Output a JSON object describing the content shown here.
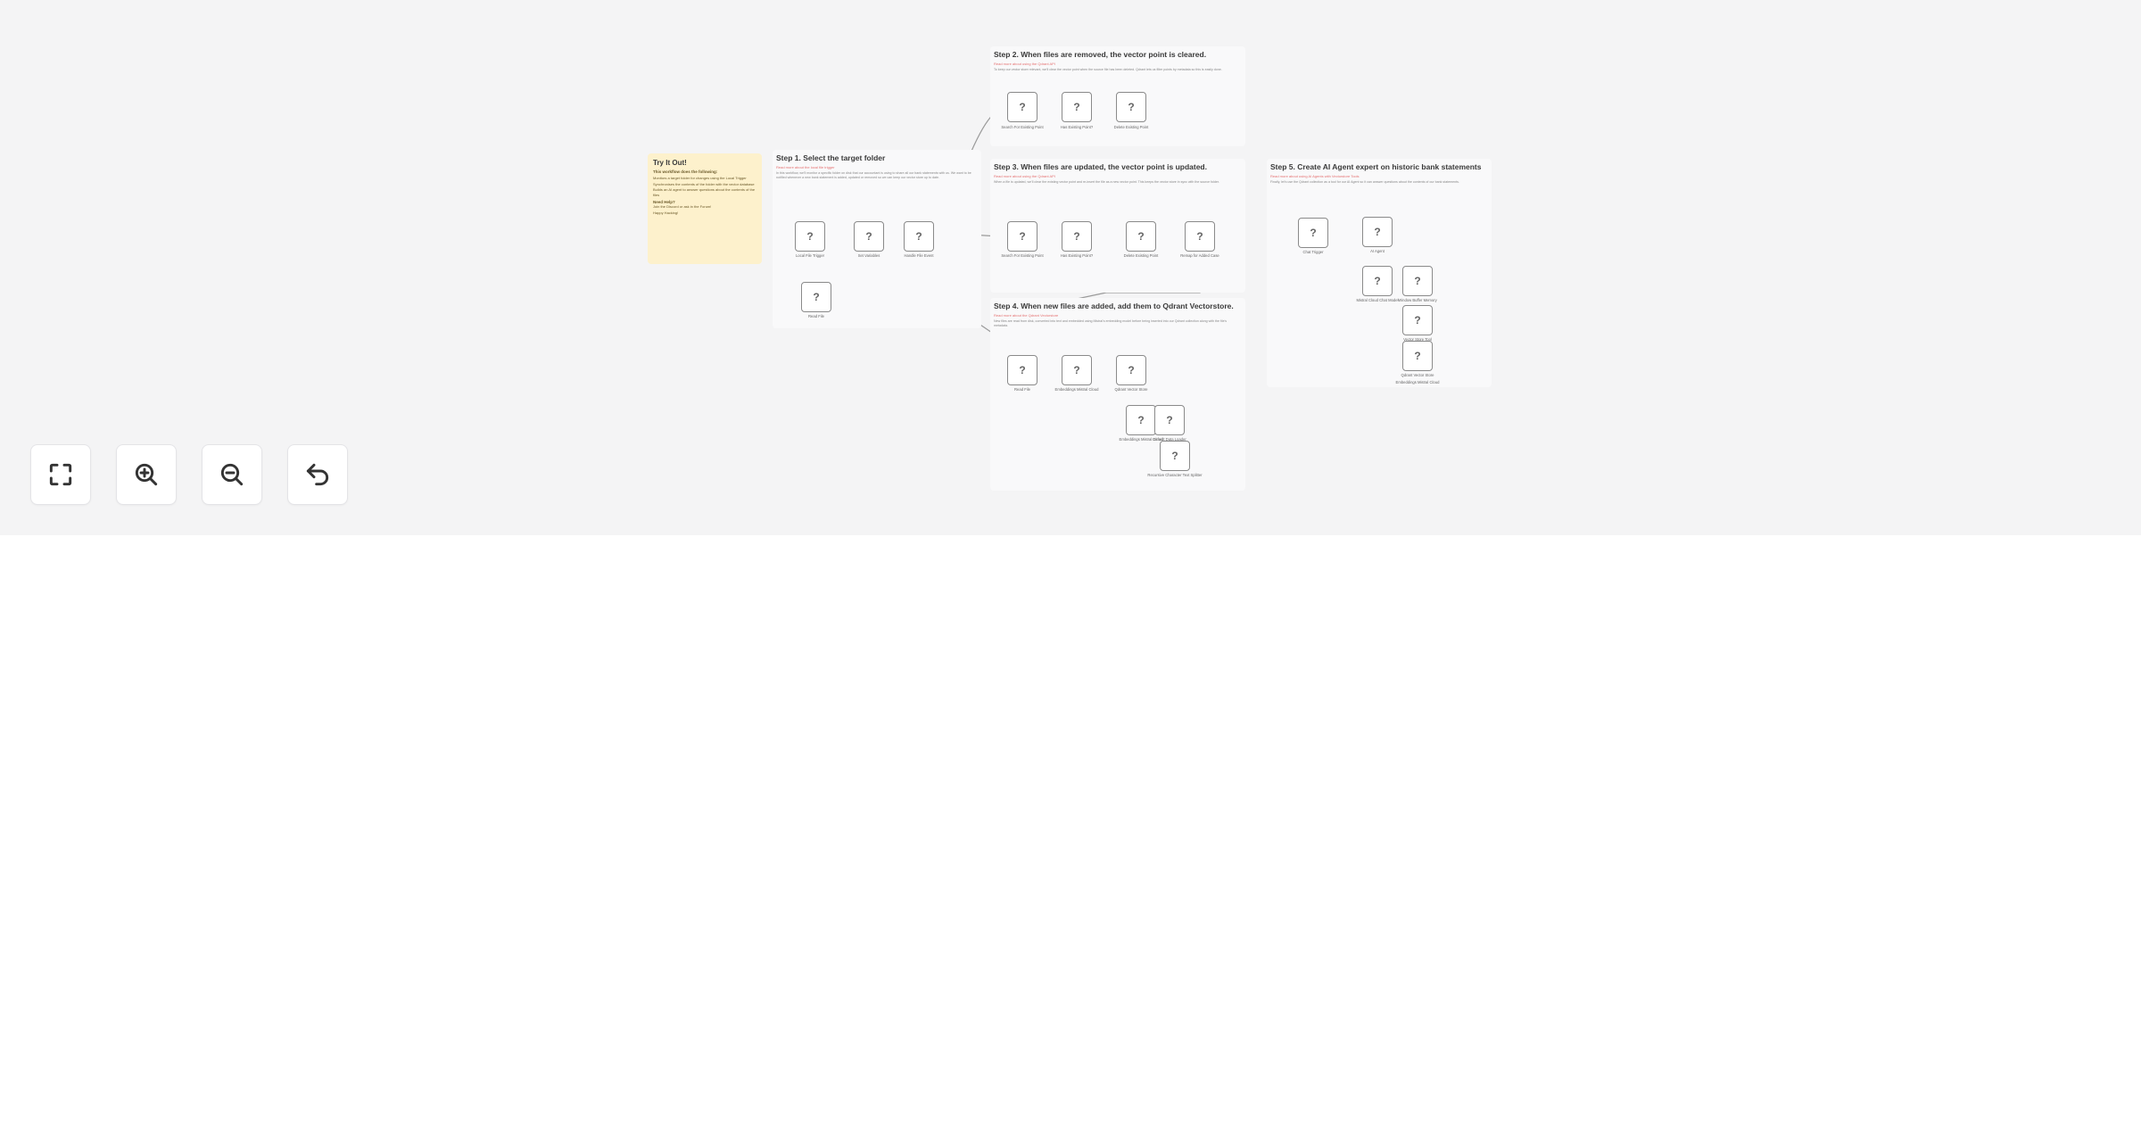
{
  "note": {
    "title": "Try It Out!",
    "subtitle": "This workflow does the following:",
    "bullets": [
      "Monitors a target folder for changes using the Local Trigger",
      "Synchronises the contents of the folder with the vector database",
      "Builds an AI agent to answer questions about the contents of the files"
    ],
    "footer_title": "Need Help?",
    "footer_lines": [
      "Join the Discord or ask in the Forum!",
      "Happy Hacking!"
    ]
  },
  "stickies": {
    "step1": {
      "title": "Step 1. Select the target folder",
      "link": "Read more about the local file trigger",
      "desc": "In this workflow, we'll monitor a specific folder on disk that our accountant is using to share all our bank statements with us. We want to be notified whenever a new bank statement is added, updated or removed so we can keep our vector store up to date."
    },
    "step2": {
      "title": "Step 2. When files are removed, the vector point is cleared.",
      "link": "Read more about using the Qdrant API",
      "desc": "To keep our vector store relevant, we'll clear the vector point when the source file has been deleted. Qdrant lets us filter points by metadata so this is easily done."
    },
    "step3": {
      "title": "Step 3. When files are updated, the vector point is updated.",
      "link": "Read more about using the Qdrant API",
      "desc": "When a file is updated, we'll clear the existing vector point and re-insert the file as a new vector point. This keeps the vector store in sync with the source folder."
    },
    "step4": {
      "title": "Step 4. When new files are added, add them to Qdrant Vectorstore.",
      "link": "Read more about the Qdrant Vectorstore",
      "desc": "New files are read from disk, converted into text and embedded using Mistral's embedding model before being inserted into our Qdrant collection along with the file's metadata."
    },
    "step5": {
      "title": "Step 5. Create AI Agent expert on historic bank statements",
      "link": "Read more about using AI Agents with Vectorstore Tools",
      "desc": "Finally, let's use the Qdrant collection as a tool for our AI Agent so it can answer questions about the contents of our bank statements."
    }
  },
  "nodes": {
    "q": "?",
    "local_file_trigger": "Local File Trigger",
    "set_variables": "Set Variables",
    "handle_file_event": "Handle File Event",
    "read_file": "Read File",
    "search_existing_point_removed": "Search For Existing Point",
    "has_existing_point_removed": "Has Existing Point?",
    "delete_existing_point_removed": "Delete Existing Point",
    "search_existing_point_updated": "Search For Existing Point",
    "has_existing_point_updated": "Has Existing Point?",
    "delete_existing_point_updated": "Delete Existing Point",
    "remap_for_added_case": "Remap for Added Case",
    "read_file_added": "Read File",
    "embeddings_mistral_doc": "Embeddings Mistral Cloud",
    "qdrant_vector_store": "Qdrant Vector Store",
    "embeddings_mistral_doc2": "Embeddings Mistral Cloud",
    "default_data_loader": "Default Data Loader",
    "recursive_text_splitter": "Recursive Character Text Splitter",
    "chat_trigger": "Chat Trigger",
    "ai_agent": "AI Agent",
    "mistral_chat_model": "Mistral Cloud Chat Model",
    "window_buffer_memory": "Window Buffer Memory",
    "vector_store_tool": "Vector Store Tool",
    "qdrant_vector_store_tool": "Qdrant Vector Store",
    "embeddings_mistral_tool": "Embeddings Mistral Cloud"
  },
  "controls": {
    "fit_view": "fit-view-icon",
    "zoom_in": "zoom-in-icon",
    "zoom_out": "zoom-out-icon",
    "reset": "undo-icon"
  }
}
